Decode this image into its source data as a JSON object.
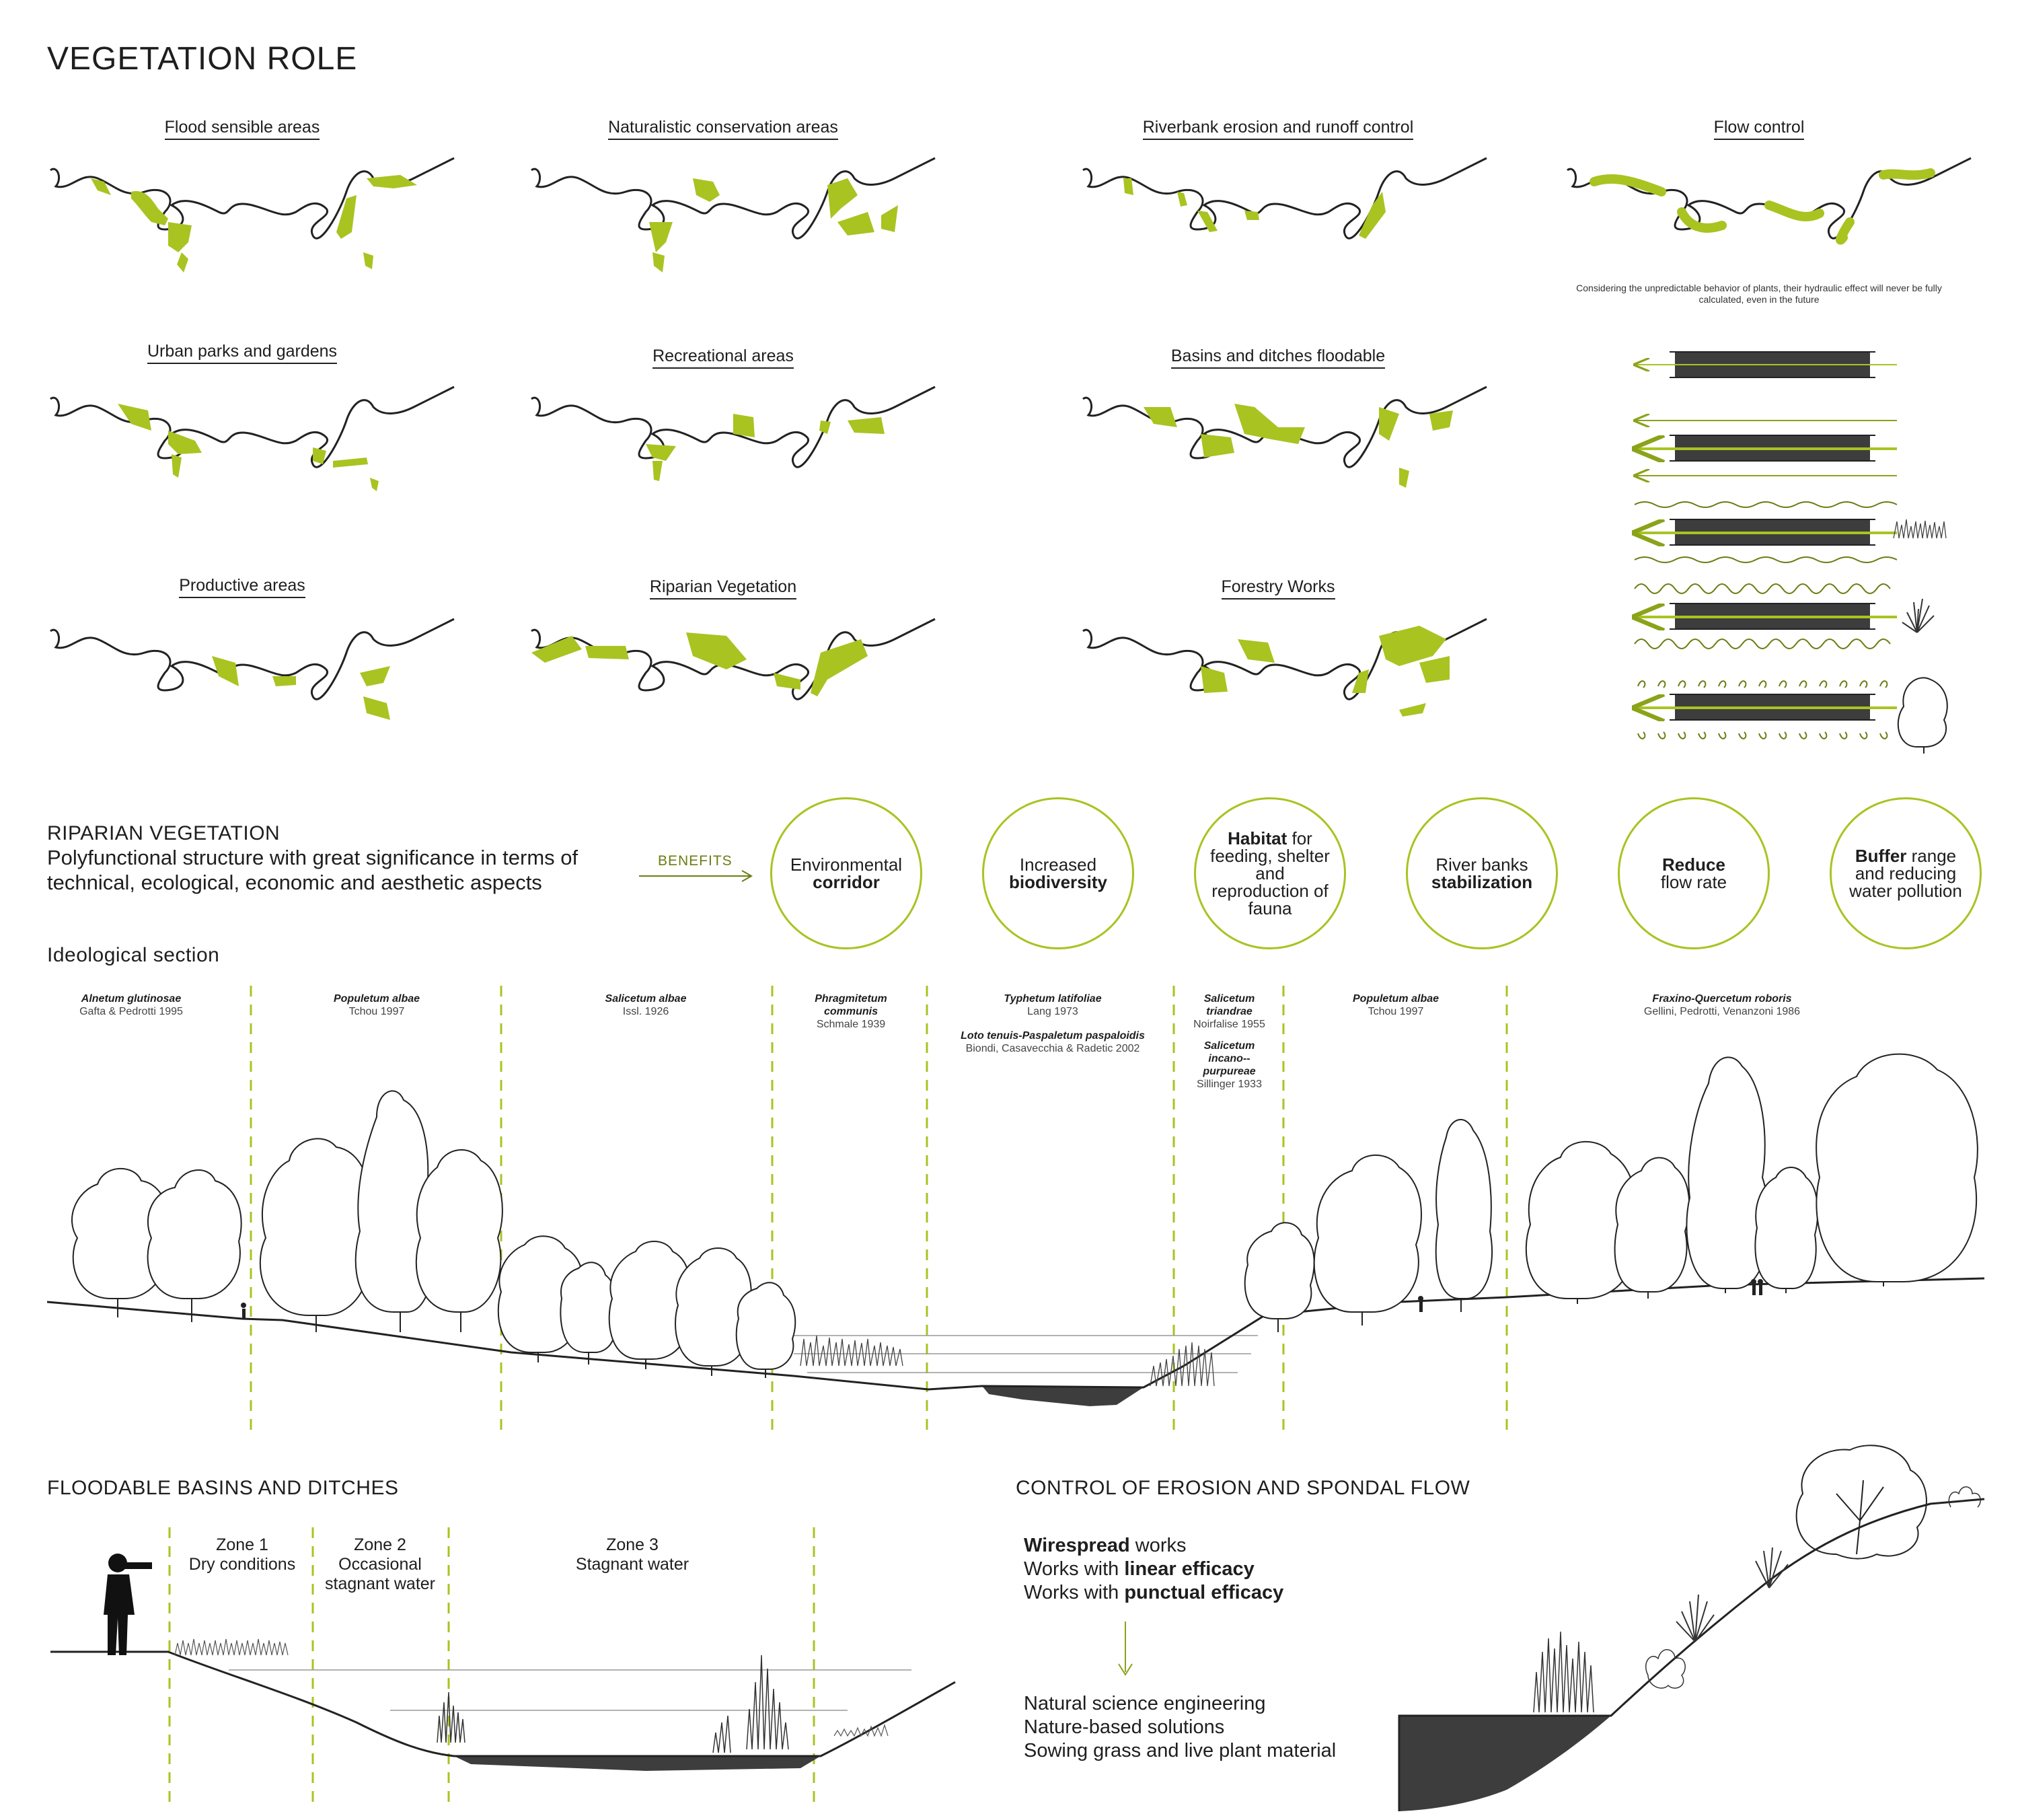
{
  "title": "VEGETATION ROLE",
  "colors": {
    "accent": "#a9c321",
    "accent_dark": "#6b7d12",
    "ink": "#222222",
    "water": "#3d3d3d"
  },
  "maps": [
    {
      "label": "Flood sensible areas"
    },
    {
      "label": "Naturalistic conservation areas"
    },
    {
      "label": "Riverbank erosion and runoff control"
    },
    {
      "label": "Flow control"
    },
    {
      "label": "Urban parks and gardens"
    },
    {
      "label": "Recreational areas"
    },
    {
      "label": "Basins and ditches floodable"
    },
    {
      "label": "Productive areas"
    },
    {
      "label": "Riparian Vegetation"
    },
    {
      "label": "Forestry Works"
    }
  ],
  "flow_note": "Considering the unpredictable behavior of plants, their hydraulic effect will never be fully calculated, even in the future",
  "riparian": {
    "heading": "RIPARIAN VEGETATION",
    "description": "Polyfunctional structure with great significance in terms of technical, ecological, economic and aesthetic aspects",
    "benefits_label": "BENEFITS",
    "benefits": [
      {
        "pre": "Environmental",
        "bold": "corridor",
        "post": ""
      },
      {
        "pre": "Increased",
        "bold": "biodiversity",
        "post": ""
      },
      {
        "pre": "",
        "bold": "Habitat",
        "post": "for feeding, shelter and reproduction of fauna"
      },
      {
        "pre": "River banks",
        "bold": "stabilization",
        "post": ""
      },
      {
        "pre": "",
        "bold": "Reduce",
        "post": "flow rate"
      },
      {
        "pre": "",
        "bold": "Buffer",
        "post": "range and reducing water pollution"
      }
    ]
  },
  "section": {
    "heading": "Ideological section",
    "associations": [
      {
        "name": "Alnetum glutinosae",
        "author": "Gafta & Pedrotti 1995"
      },
      {
        "name": "Populetum albae",
        "author": "Tchou 1997"
      },
      {
        "name": "Salicetum albae",
        "author": "Issl. 1926"
      },
      {
        "name": "Phragmitetum communis",
        "author": "Schmale 1939"
      },
      {
        "name": "Typhetum latifoliae",
        "author": "Lang 1973"
      },
      {
        "name": "Loto tenuis-Paspaletum paspaloidis",
        "author": "Biondi, Casavecchia & Radetic 2002"
      },
      {
        "name": "Salicetum triandrae",
        "author": "Noirfalise 1955"
      },
      {
        "name": "Salicetum incano--purpureae",
        "author": "Sillinger 1933"
      },
      {
        "name": "Populetum albae",
        "author": "Tchou 1997"
      },
      {
        "name": "Fraxino-Quercetum roboris",
        "author": "Gellini, Pedrotti, Venanzoni 1986"
      }
    ]
  },
  "floodable": {
    "heading": "FLOODABLE BASINS AND DITCHES",
    "zones": [
      {
        "name": "Zone 1",
        "desc": "Dry conditions"
      },
      {
        "name": "Zone 2",
        "desc": "Occasional stagnant water"
      },
      {
        "name": "Zone 3",
        "desc": "Stagnant water"
      }
    ]
  },
  "erosion": {
    "heading": "CONTROL OF EROSION AND SPONDAL FLOW",
    "works": [
      {
        "bold": "Wirespread",
        "rest": "works",
        "lead": ""
      },
      {
        "bold": "linear efficacy",
        "rest": "",
        "lead": "Works with"
      },
      {
        "bold": "punctual efficacy",
        "rest": "",
        "lead": "Works with"
      }
    ],
    "solutions": [
      "Natural science engineering",
      "Nature-based solutions",
      "Sowing grass and live plant material"
    ]
  }
}
